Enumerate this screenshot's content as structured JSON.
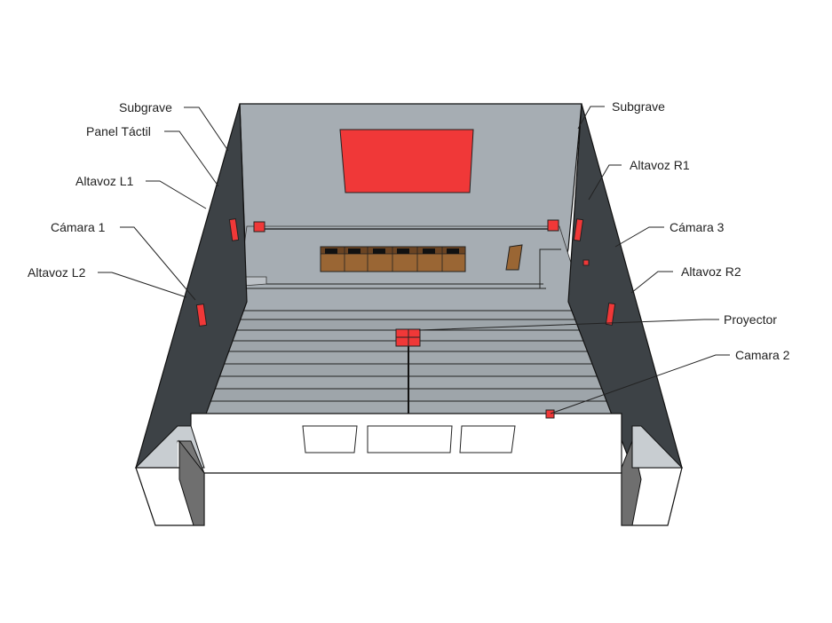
{
  "labels": {
    "subgrave_left": "Subgrave",
    "panel_tactil": "Panel Táctil",
    "altavoz_l1": "Altavoz L1",
    "camara_1": "Cámara 1",
    "altavoz_l2": "Altavoz L2",
    "subgrave_right": "Subgrave",
    "altavoz_r1": "Altavoz R1",
    "camara_3": "Cámara 3",
    "altavoz_r2": "Altavoz R2",
    "proyector": "Proyector",
    "camara_2": "Camara 2"
  },
  "colors": {
    "equipment": "#f03838",
    "wall_dark": "#3d4246",
    "wall_back": "#a4abb1",
    "floor": "#a4abb1",
    "step": "#9ba1a6",
    "desk": "#8b5a2b",
    "front_wall": "#ffffff"
  }
}
